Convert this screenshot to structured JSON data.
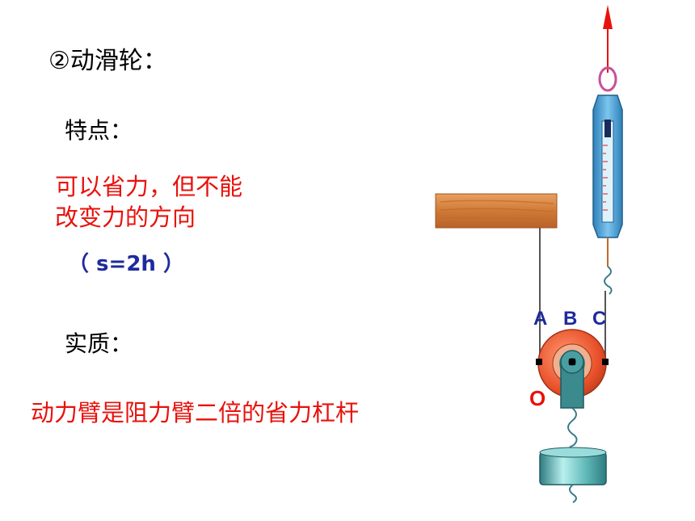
{
  "title": "②动滑轮：",
  "feature_label": "特点：",
  "feature_lines": [
    "可以省力，但不能",
    "改变力的方向"
  ],
  "formula": "（ s=2h ）",
  "essence_label": "实质：",
  "essence_text": "动力臂是阻力臂二倍的省力杠杆",
  "points": {
    "a": "A",
    "b": "B",
    "c": "C",
    "o": "O"
  },
  "colors": {
    "red_text": "#e8120c",
    "blue_text": "#1f2a9c",
    "wood": "#d9843a",
    "scale": "#4fa6d8",
    "pulley": "#e8502a",
    "weight": "#5fb8b8"
  }
}
